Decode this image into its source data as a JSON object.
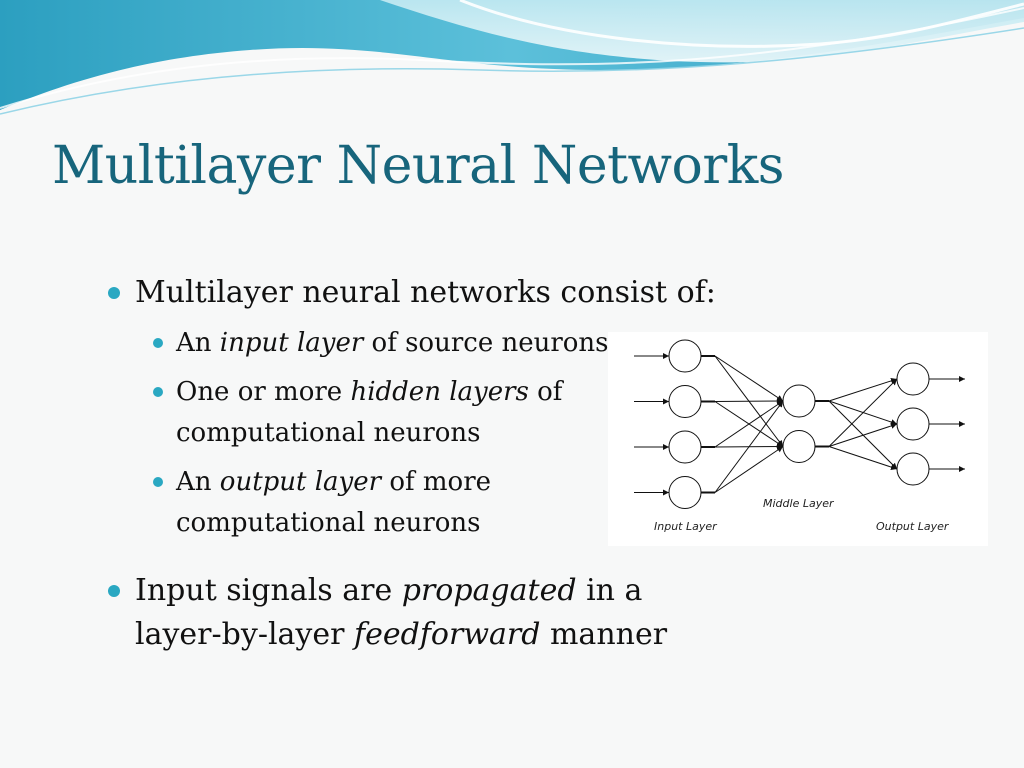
{
  "slide": {
    "title": "Multilayer Neural Networks",
    "bullets": [
      {
        "level": 1,
        "parts": [
          {
            "text": "Multilayer neural networks consist of:",
            "italic": false
          }
        ]
      },
      {
        "level": 2,
        "parts": [
          {
            "text": "An ",
            "italic": false
          },
          {
            "text": "input layer",
            "italic": true
          },
          {
            "text": " of source neurons",
            "italic": false
          }
        ]
      },
      {
        "level": 2,
        "parts": [
          {
            "text": "One or more ",
            "italic": false
          },
          {
            "text": "hidden layers",
            "italic": true
          },
          {
            "text": " of",
            "italic": false
          }
        ],
        "continuation": "computational neurons"
      },
      {
        "level": 2,
        "parts": [
          {
            "text": "An ",
            "italic": false
          },
          {
            "text": "output layer",
            "italic": true
          },
          {
            "text": " of more",
            "italic": false
          }
        ],
        "continuation": "computational neurons"
      },
      {
        "level": 1,
        "parts": [
          {
            "text": "Input signals are ",
            "italic": false
          },
          {
            "text": "propagated",
            "italic": true
          },
          {
            "text": " in a",
            "italic": false
          }
        ],
        "continuation_parts": [
          {
            "text": "layer-by-layer ",
            "italic": false
          },
          {
            "text": "feedforward",
            "italic": true
          },
          {
            "text": " manner",
            "italic": false
          }
        ]
      }
    ]
  },
  "diagram": {
    "labels": {
      "input": "Input Layer",
      "middle": "Middle Layer",
      "output": "Output Layer"
    },
    "layers": {
      "input": 4,
      "middle": 2,
      "output": 3
    }
  },
  "colors": {
    "title": "#17657c",
    "bullet": "#2aa8c2",
    "wave_dark": "#2c9fc0",
    "wave_light": "#a7dcea"
  }
}
